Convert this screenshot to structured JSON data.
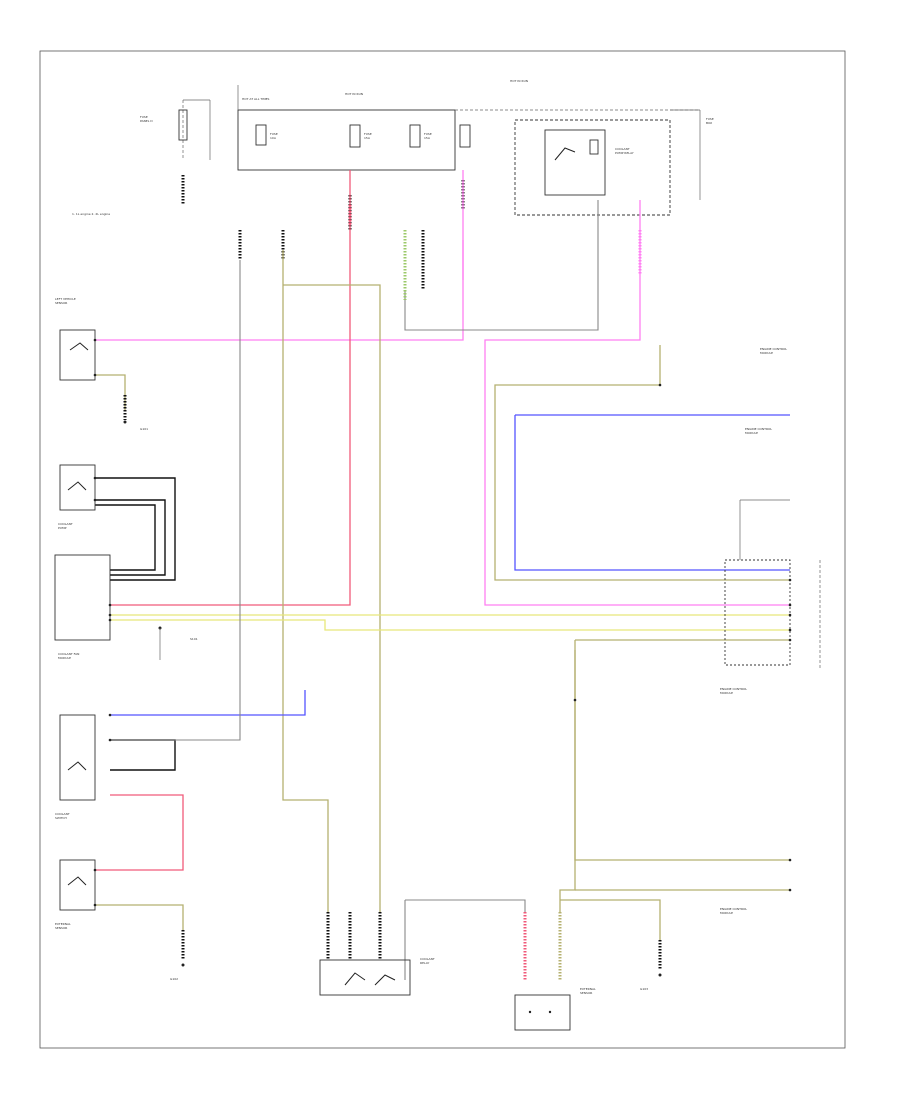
{
  "figure_id": "",
  "legend_text": "1. 1L engine  2. 2L engine",
  "components": {
    "fuse_panel_left": "FUSE\nPANEL D",
    "hot_at_all_times_a": "HOT AT ALL TIMES",
    "fuse_box_1": "FUSE\n10A",
    "fuse_box_2": "FUSE\n15A",
    "fuse_box_3": "FUSE\n15A",
    "hot_in_run_1": "HOT IN RUN",
    "hot_in_run_2": "HOT IN RUN",
    "relay_box_title": "HOT IN RUN",
    "relay_box_label": "COOLANT\nPUMP RELAY",
    "right_fuse_note": "FUSE\nBOX",
    "left_module_1": "LEFT VEHICLE\nSENSOR",
    "left_module_2": "COOLANT\nPUMP",
    "left_module_3": "COOLANT FAN\nMODULE",
    "left_module_4": "COOLANT\nSWITCH",
    "left_module_5": "EXTERNAL\nSENSOR",
    "bottom_relay": "COOLANT\nRELAY",
    "bottom_sensor": "EXTERNAL\nSENSOR",
    "right_module_1": "ENGINE CONTROL\nMODULE",
    "right_module_2": "ENGINE CONTROL\nMODULE",
    "right_module_3": "ENGINE CONTROL\nMODULE",
    "right_module_4": "ENGINE CONTROL\nMODULE",
    "ground_1": "G101",
    "ground_2": "G102",
    "ground_3": "G103",
    "splice_label": "S101"
  },
  "wire_colors": {
    "pink": "#ff7ff2",
    "yellow": "#e8e87a",
    "olive": "#b5b070",
    "red": "#f05a7a",
    "blue": "#5555ff",
    "black": "#111111",
    "green": "#9cc96a"
  }
}
